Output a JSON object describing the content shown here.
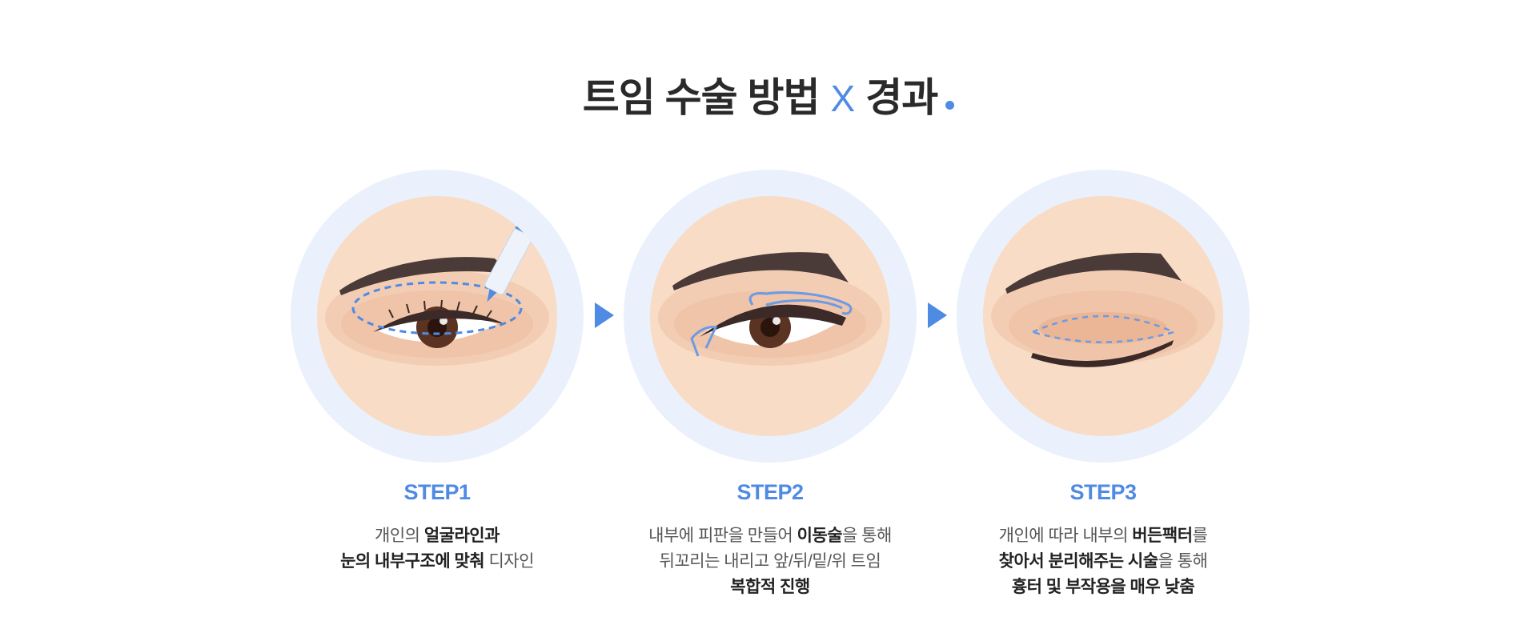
{
  "title": {
    "main": "트임 수술 방법",
    "separator": "X",
    "end": "경과"
  },
  "colors": {
    "accent": "#4f8ae3",
    "ring": "#eaf1fc",
    "skin": "#f9dcc6",
    "brow": "#4a3a38"
  },
  "steps": [
    {
      "label": "STEP1",
      "lines": [
        {
          "normal": "개인의 ",
          "bold": "얼굴라인과",
          "after": ""
        },
        {
          "normal": "",
          "bold": "눈의 내부구조에 맞춰",
          "after": " 디자인"
        }
      ]
    },
    {
      "label": "STEP2",
      "lines": [
        {
          "normal": "내부에 피판을 만들어 ",
          "bold": "이동술",
          "after": "을 통해"
        },
        {
          "normal": "뒤꼬리는 내리고 앞/뒤/밑/위 트임",
          "bold": "",
          "after": ""
        },
        {
          "normal": "",
          "bold": "복합적 진행",
          "after": ""
        }
      ]
    },
    {
      "label": "STEP3",
      "lines": [
        {
          "normal": "개인에 따라 내부의 ",
          "bold": "버든팩터",
          "after": "를"
        },
        {
          "normal": "",
          "bold": "찾아서 분리해주는 시술",
          "after": "을 통해"
        },
        {
          "normal": "",
          "bold": "흉터 및 부작용을 매우 낮춤",
          "after": ""
        }
      ]
    }
  ]
}
